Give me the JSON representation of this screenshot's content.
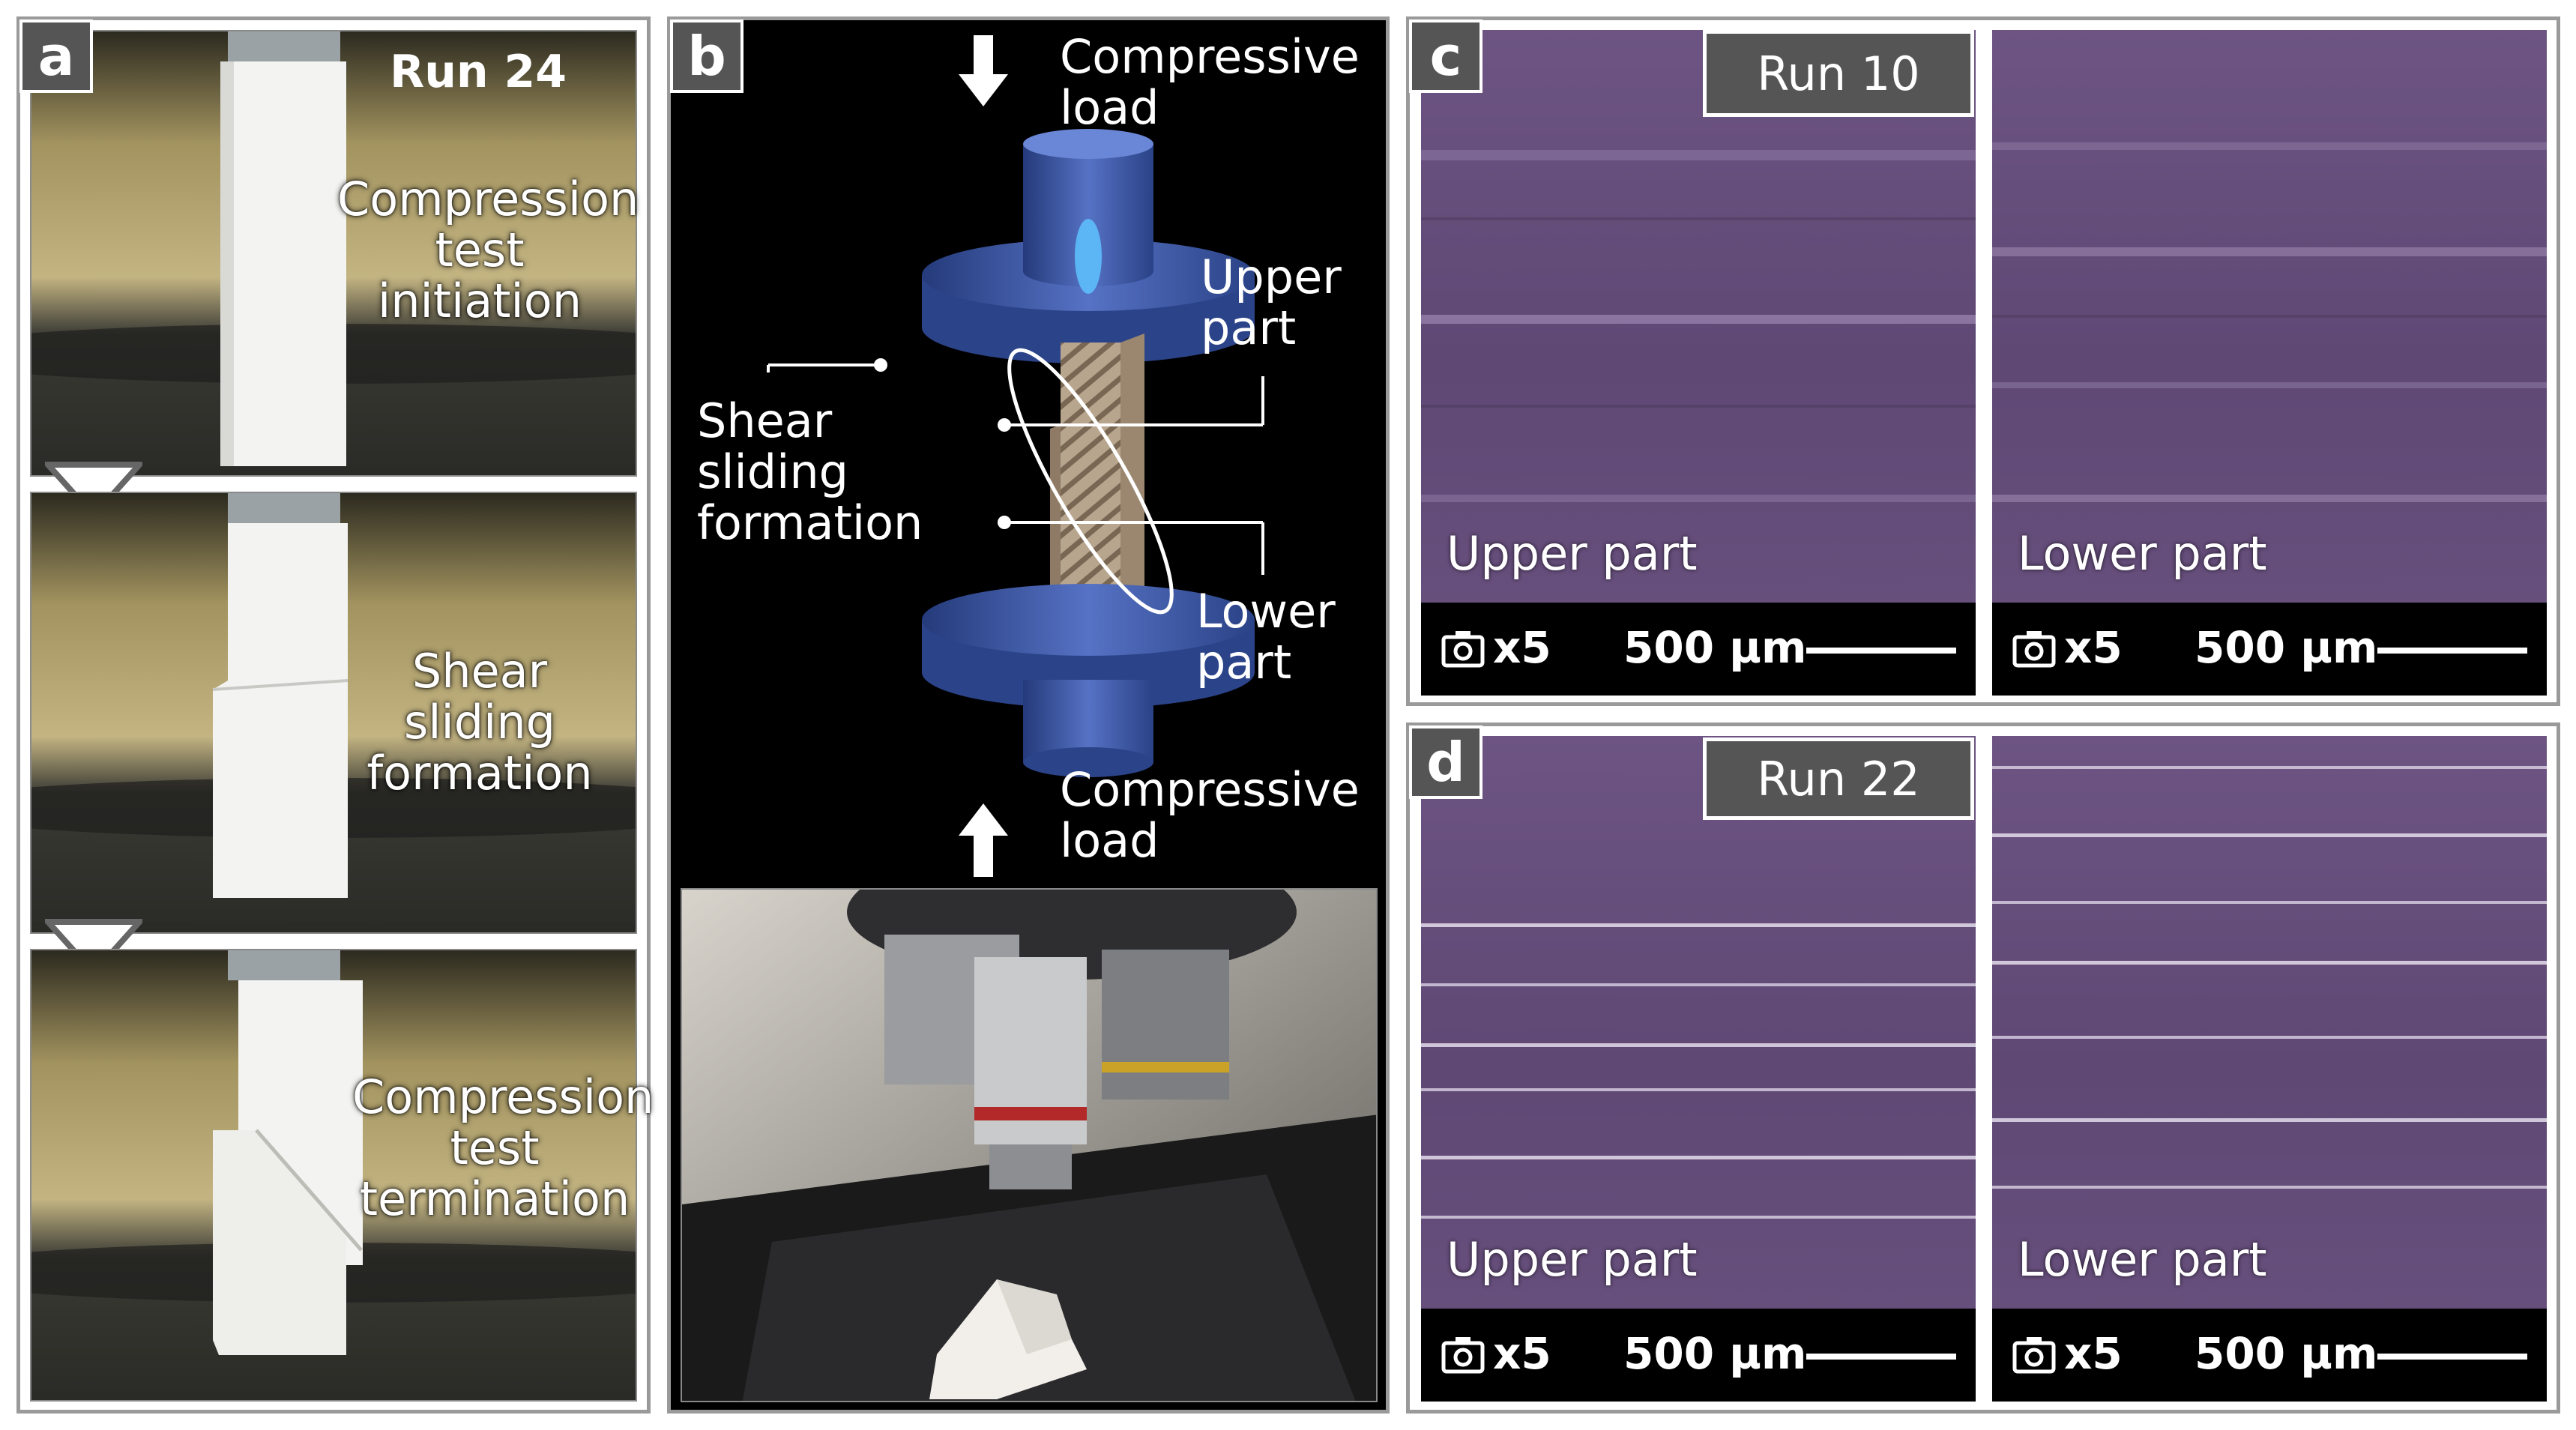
{
  "panels": {
    "a": {
      "tag": "a",
      "run": "Run 24",
      "steps": [
        {
          "label_lines": [
            "Compression",
            "test",
            "initiation"
          ]
        },
        {
          "label_lines": [
            "Shear",
            "sliding",
            "formation"
          ]
        },
        {
          "label_lines": [
            "Compression",
            "test",
            "termination"
          ]
        }
      ]
    },
    "b": {
      "tag": "b",
      "top_load": [
        "Compressive",
        "load"
      ],
      "bottom_load": [
        "Compressive",
        "load"
      ],
      "upper_part": [
        "Upper",
        "part"
      ],
      "lower_part": [
        "Lower",
        "part"
      ],
      "shear": [
        "Shear",
        "sliding",
        "formation"
      ]
    },
    "c": {
      "tag": "c",
      "run": "Run 10",
      "images": [
        {
          "label": "Upper part",
          "mag": "x5",
          "scale": "500 µm"
        },
        {
          "label": "Lower part",
          "mag": "x5",
          "scale": "500 µm"
        }
      ]
    },
    "d": {
      "tag": "d",
      "run": "Run 22",
      "images": [
        {
          "label": "Upper part",
          "mag": "x5",
          "scale": "500 µm"
        },
        {
          "label": "Lower part",
          "mag": "x5",
          "scale": "500 µm"
        }
      ]
    }
  },
  "colors": {
    "tag_bg": "#555555",
    "micro_purple": "#6b4f80",
    "platen_blue": "#3e5aa8"
  }
}
